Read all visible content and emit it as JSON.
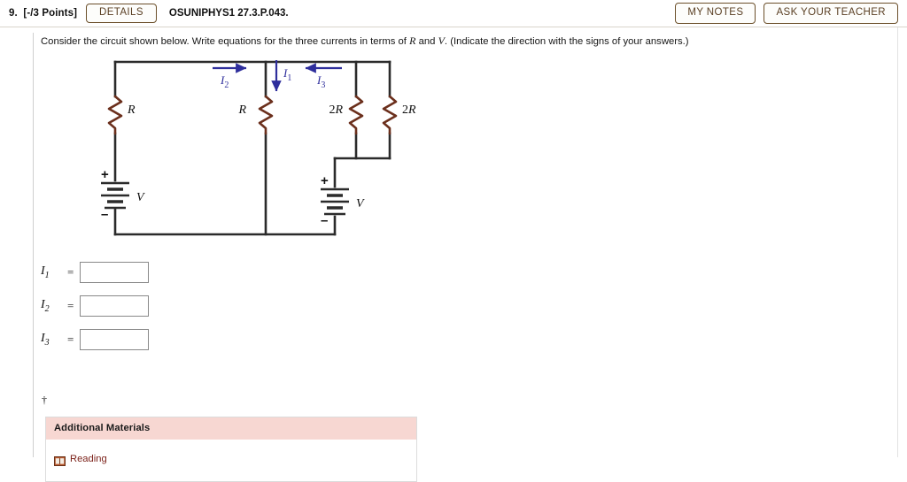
{
  "header": {
    "question_number": "9.",
    "points": "[-/3 Points]",
    "details_button": "DETAILS",
    "question_code": "OSUNIPHYS1 27.3.P.043.",
    "my_notes_button": "MY NOTES",
    "ask_teacher_button": "ASK YOUR TEACHER"
  },
  "question": {
    "prompt_part1": "Consider the circuit shown below. Write equations for the three currents in terms of ",
    "prompt_var_r": "R",
    "prompt_and": " and ",
    "prompt_var_v": "V",
    "prompt_part2": ". (Indicate the direction with the signs of your answers.)"
  },
  "figure": {
    "name": "circuit-diagram",
    "resistors": [
      {
        "label": "R",
        "position": "left-branch"
      },
      {
        "label": "R",
        "position": "middle-branch"
      },
      {
        "label": "2R",
        "position": "right-branch-inner"
      },
      {
        "label": "2R",
        "position": "right-branch-outer"
      }
    ],
    "batteries": [
      {
        "label": "V",
        "plus": "+",
        "minus": "–",
        "position": "left-branch"
      },
      {
        "label": "V",
        "plus": "+",
        "minus": "–",
        "position": "right-branch"
      }
    ],
    "currents": [
      {
        "label": "I",
        "sub": "2",
        "direction": "right"
      },
      {
        "label": "I",
        "sub": "1",
        "direction": "down"
      },
      {
        "label": "I",
        "sub": "3",
        "direction": "left"
      }
    ],
    "colors": {
      "wire": "#2b2b2b",
      "resistor": "#6b2f1c",
      "current_arrow": "#2e2e9c"
    }
  },
  "answers": [
    {
      "label": "I",
      "sub": "1",
      "equals": "=",
      "value": "",
      "placeholder": ""
    },
    {
      "label": "I",
      "sub": "2",
      "equals": "=",
      "value": "",
      "placeholder": ""
    },
    {
      "label": "I",
      "sub": "3",
      "equals": "=",
      "value": "",
      "placeholder": ""
    }
  ],
  "footnote_symbol": "†",
  "additional_materials": {
    "title": "Additional Materials",
    "items": [
      {
        "icon": "book-icon",
        "label": "Reading"
      }
    ]
  }
}
